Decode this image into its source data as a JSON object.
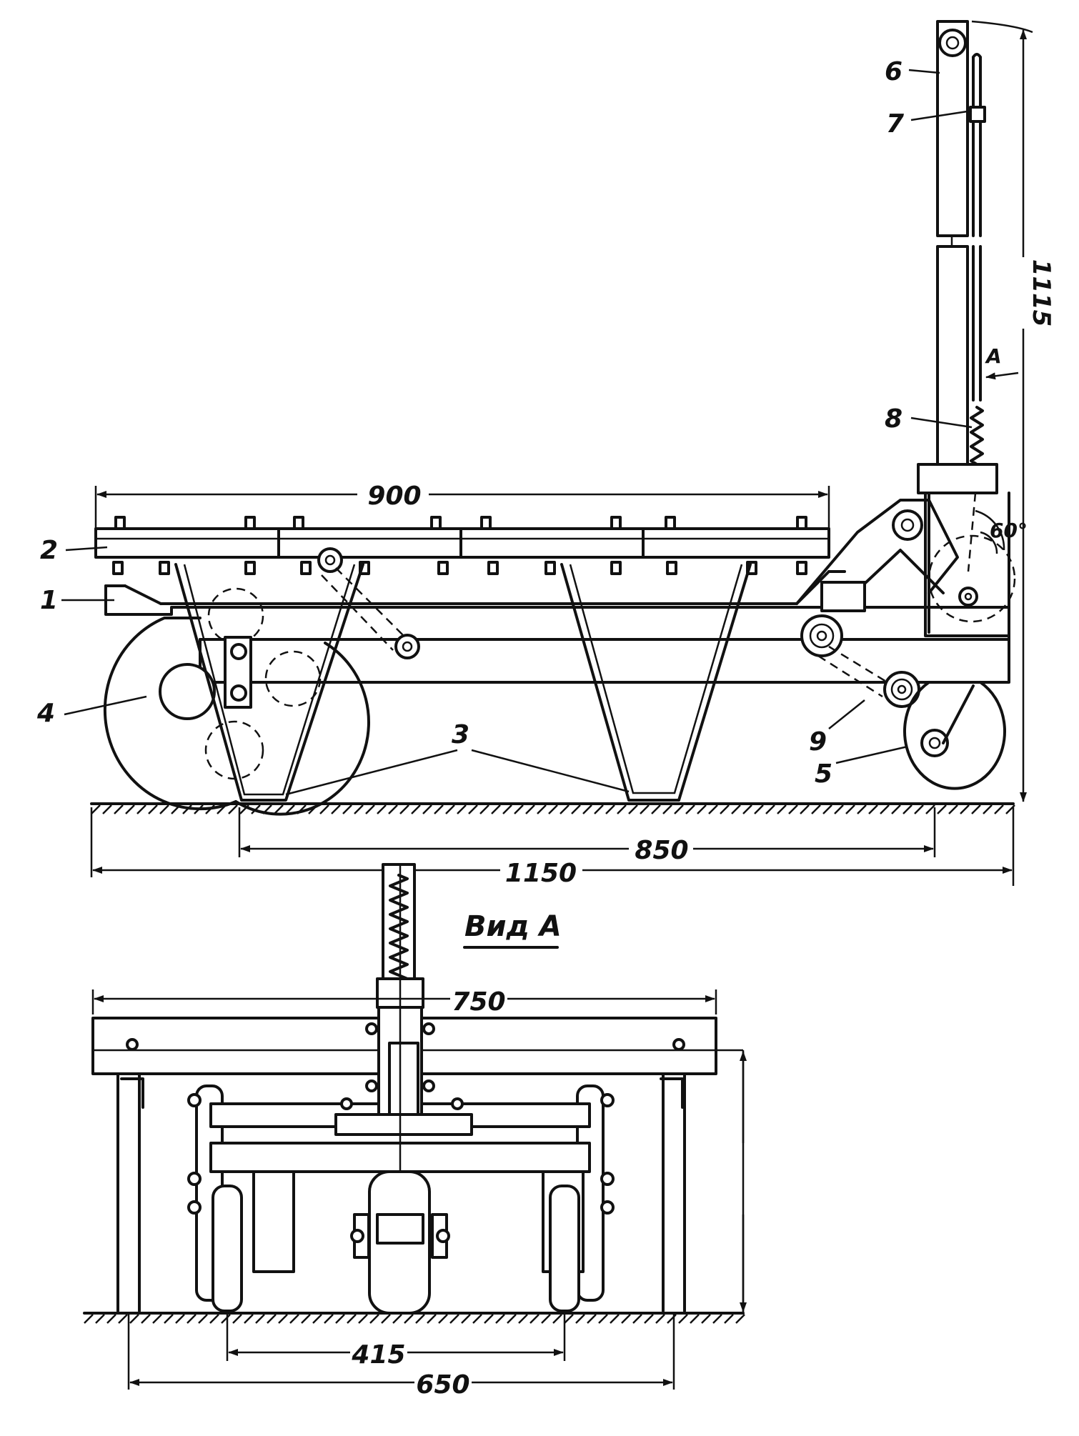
{
  "parts": {
    "p1": "1",
    "p2": "2",
    "p3": "3",
    "p4": "4",
    "p5": "5",
    "p6": "6",
    "p7": "7",
    "p8": "8",
    "p9": "9"
  },
  "dimensions": {
    "d900": "900",
    "d850": "850",
    "d1150": "1150",
    "d1115": "1115",
    "d750": "750",
    "d415": "415",
    "d650": "650",
    "angle": "60°"
  },
  "labels": {
    "view_arrow": "A",
    "view_title": "Вид А"
  },
  "colors": {
    "ink": "#111111",
    "paper": "#ffffff"
  }
}
